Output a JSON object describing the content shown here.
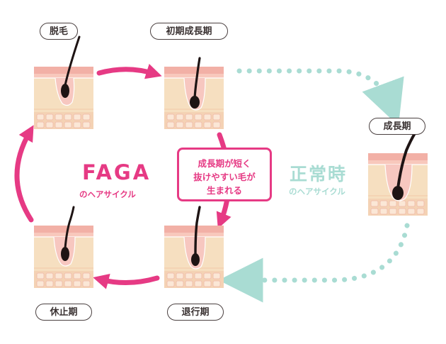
{
  "colors": {
    "faga_pink": "#e63a84",
    "normal_mint": "#a9dcd3",
    "skin_base": "#f6dfc0",
    "skin_top": "#f2b0a6",
    "hair": "#1e1414"
  },
  "stages": {
    "shed": "脱毛",
    "early_growth": "初期成長期",
    "growth": "成長期",
    "rest": "休止期",
    "regression": "退行期"
  },
  "faga": {
    "title": "FAGA",
    "subtitle": "のヘアサイクル"
  },
  "normal": {
    "title": "正常時",
    "subtitle": "のヘアサイクル"
  },
  "callout": {
    "line1": "成長期が短く",
    "line2": "抜けやすい毛が",
    "line3": "生まれる"
  }
}
